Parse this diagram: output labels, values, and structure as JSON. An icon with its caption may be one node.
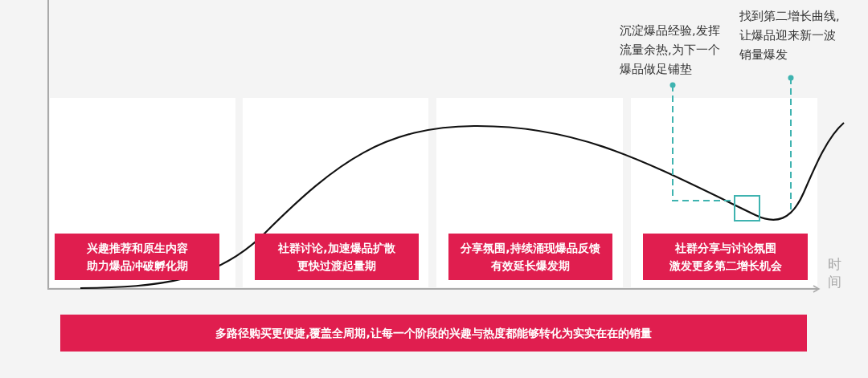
{
  "diagram": {
    "nodes": [
      {
        "text": [
          "沉淀爆品经验,发挥流量余热,为下一个爆品做足铺垫"
        ]
      },
      {
        "text": [
          "找到第二增长曲线,让爆品迎来新一波销量爆发"
        ]
      },
      {
        "text": [],
        "shape": "box"
      },
      {
        "text": [
          "兴趣推荐和原生内容",
          "助力爆品冲破孵化期"
        ]
      },
      {
        "text": [
          "社群讨论,加速爆品扩散",
          "更快过渡起量期"
        ]
      },
      {
        "text": [
          "分享氛围,持续涌现爆品反馈",
          "有效延长爆发期"
        ]
      },
      {
        "text": [
          "社群分享与讨论氛围",
          "激发更多第二增长机会"
        ]
      },
      {
        "text": [
          "多路径购买更便捷,覆盖全周期,让每一个阶段的兴趣与热度都能够转化为实实在在的销量"
        ]
      }
    ],
    "edges": [
      {
        "from": 0,
        "to": 2,
        "arrow": "other",
        "style": "dashed"
      },
      {
        "from": 1,
        "to": null,
        "arrow": "other",
        "style": "dashed"
      }
    ],
    "labels": [
      "时间"
    ]
  }
}
